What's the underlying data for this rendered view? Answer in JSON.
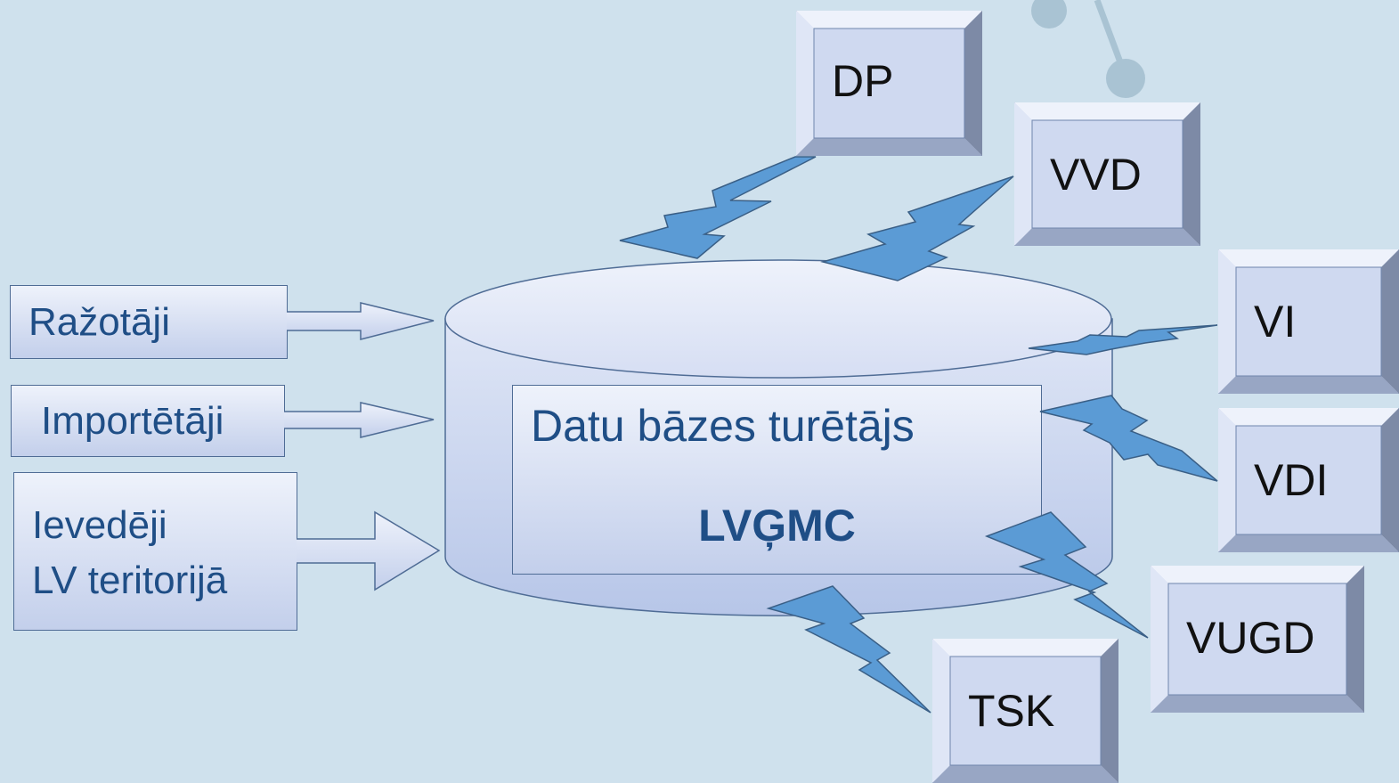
{
  "colors": {
    "background": "#cfe1ed",
    "text_blue": "#1f4e86",
    "box_border": "#4f6c95",
    "bolt_fill": "#5b9bd5",
    "bolt_stroke": "#3a5f86"
  },
  "sources": [
    {
      "id": "razotaji",
      "lines": [
        "Ražotāji"
      ]
    },
    {
      "id": "importetaji",
      "lines": [
        "Importētāji"
      ]
    },
    {
      "id": "ievedeji",
      "lines": [
        "Ievedēji",
        "LV teritorijā"
      ]
    }
  ],
  "database": {
    "title": "Datu bāzes turētājs",
    "name": "LVĢMC"
  },
  "recipients": [
    {
      "id": "dp",
      "label": "DP"
    },
    {
      "id": "vvd",
      "label": "VVD"
    },
    {
      "id": "vi",
      "label": "VI"
    },
    {
      "id": "vdi",
      "label": "VDI"
    },
    {
      "id": "vugd",
      "label": "VUGD"
    },
    {
      "id": "tsk",
      "label": "TSK"
    }
  ]
}
